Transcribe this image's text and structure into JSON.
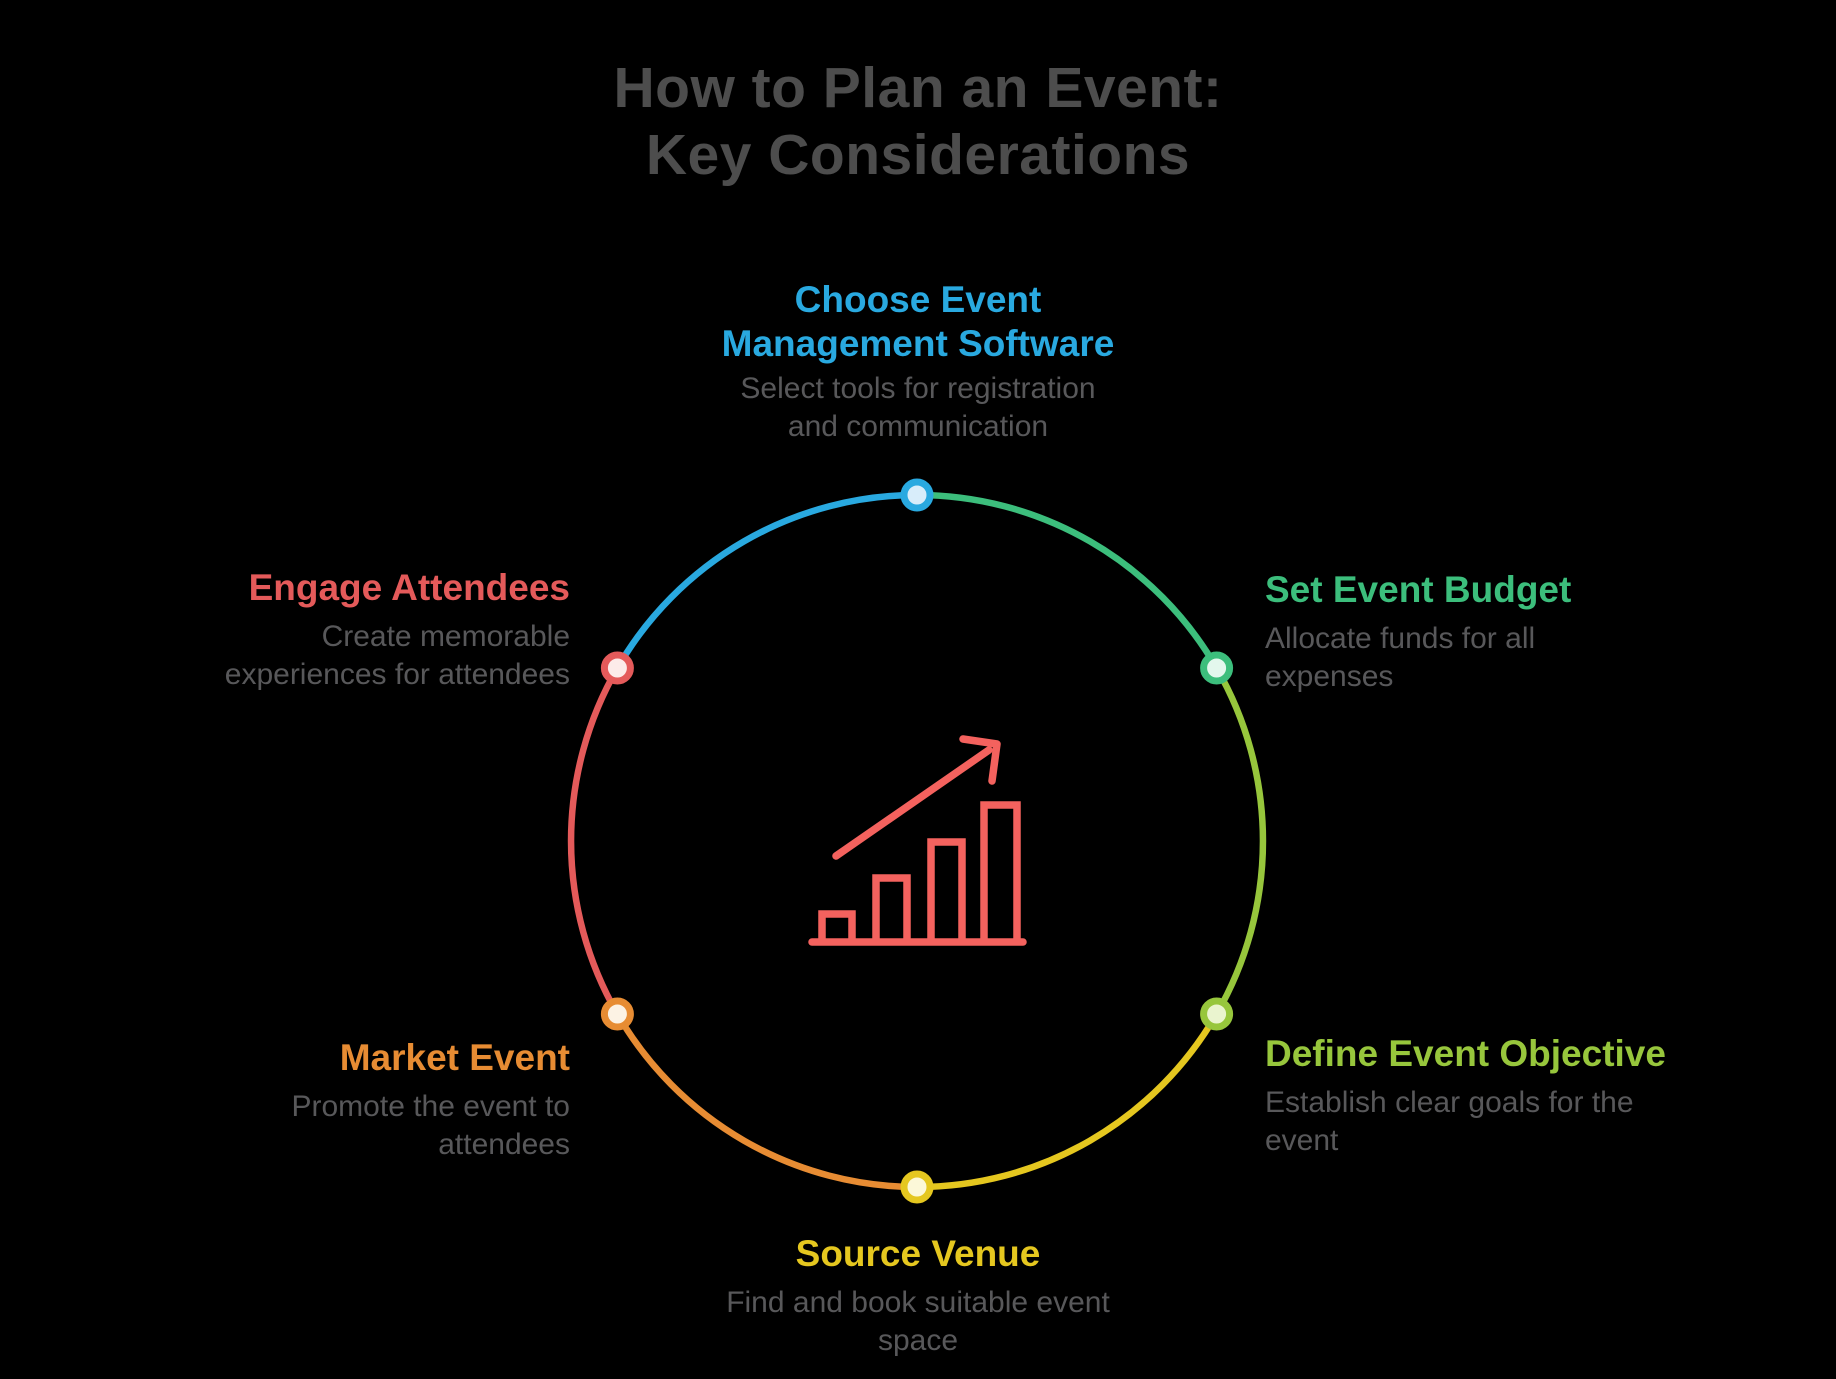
{
  "title": {
    "line1": "How to Plan an Event:",
    "line2": "Key Considerations"
  },
  "colors": {
    "background": "#000000",
    "title_text": "#4D4D4D",
    "description_text": "#58585A",
    "icon": "#F4625E"
  },
  "center_icon": "growth-bar-chart-with-arrow",
  "steps": [
    {
      "id": "choose-event-management-software",
      "label_lines": [
        "Choose Event",
        "Management Software"
      ],
      "desc_lines": [
        "Select tools for registration",
        "and communication"
      ],
      "color": "#29A9E0",
      "node_fill": "#D8EDFA",
      "position": "top"
    },
    {
      "id": "set-event-budget",
      "label_lines": [
        "Set Event Budget"
      ],
      "desc_lines": [
        "Allocate funds for all",
        "expenses"
      ],
      "color": "#3CBE7C",
      "node_fill": "#E3F7ED",
      "position": "upper-right"
    },
    {
      "id": "define-event-objective",
      "label_lines": [
        "Define Event Objective"
      ],
      "desc_lines": [
        "Establish clear goals for the",
        "event"
      ],
      "color": "#97C63C",
      "node_fill": "#EAF4CF",
      "position": "lower-right"
    },
    {
      "id": "source-venue",
      "label_lines": [
        "Source Venue"
      ],
      "desc_lines": [
        "Find and book suitable event",
        "space"
      ],
      "color": "#E5C71F",
      "node_fill": "#FCF8D8",
      "position": "bottom"
    },
    {
      "id": "market-event",
      "label_lines": [
        "Market Event"
      ],
      "desc_lines": [
        "Promote the event to",
        "attendees"
      ],
      "color": "#E78C33",
      "node_fill": "#FCF2E4",
      "position": "lower-left"
    },
    {
      "id": "engage-attendees",
      "label_lines": [
        "Engage Attendees"
      ],
      "desc_lines": [
        "Create memorable",
        "experiences for attendees"
      ],
      "color": "#E45A5A",
      "node_fill": "#FCEBE9",
      "position": "upper-left"
    }
  ]
}
